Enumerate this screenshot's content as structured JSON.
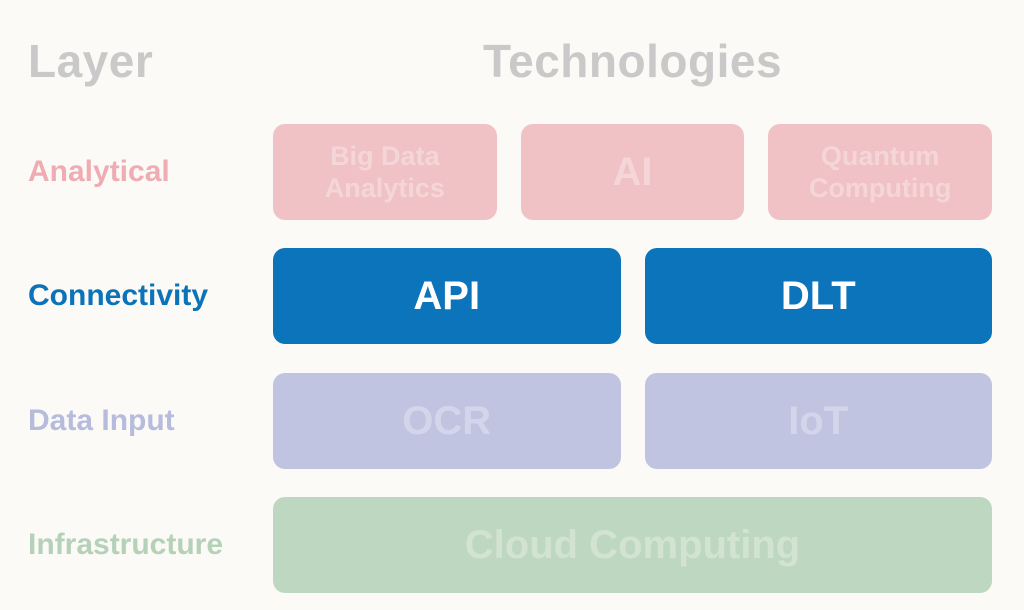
{
  "headers": {
    "layer": "Layer",
    "technologies": "Technologies"
  },
  "rows": [
    {
      "label": "Analytical",
      "boxes": [
        {
          "label": "Big Data Analytics"
        },
        {
          "label": "AI"
        },
        {
          "label": "Quantum Computing"
        }
      ]
    },
    {
      "label": "Connectivity",
      "boxes": [
        {
          "label": "API"
        },
        {
          "label": "DLT"
        }
      ]
    },
    {
      "label": "Data Input",
      "boxes": [
        {
          "label": "OCR"
        },
        {
          "label": "IoT"
        }
      ]
    },
    {
      "label": "Infrastructure",
      "boxes": [
        {
          "label": "Cloud Computing"
        }
      ]
    }
  ],
  "colors": {
    "background": "#fbfaf7",
    "header_gray": "#c9c9c9",
    "analytical_pink_box": "#f0c1c5",
    "analytical_pink_text": "#f5d6d8",
    "analytical_label": "#efadb3",
    "connectivity_blue_box": "#0b74ba",
    "connectivity_box_text": "#ffffff",
    "connectivity_label": "#0d73b8",
    "datainput_lavender_box": "#c0c4e1",
    "datainput_box_text": "#d3d6ea",
    "datainput_label": "#b7bcdc",
    "infrastructure_green_box": "#bed7c0",
    "infrastructure_box_text": "#d3e3d2",
    "infrastructure_label": "#b5d1b7"
  }
}
